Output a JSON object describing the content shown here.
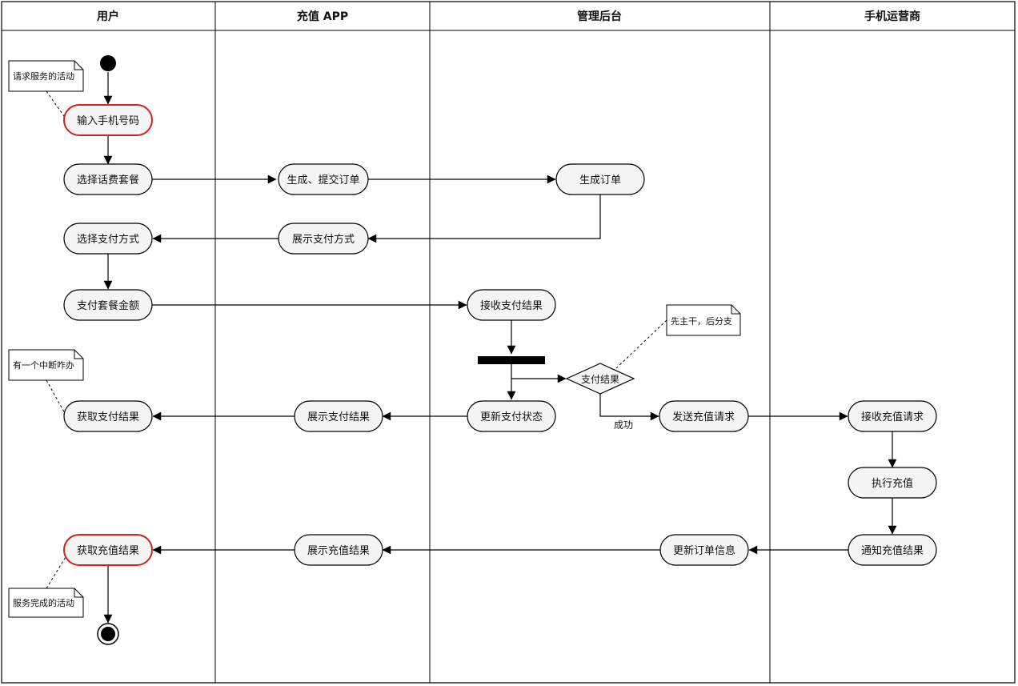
{
  "lanes": [
    {
      "id": "user",
      "title": "用户"
    },
    {
      "id": "app",
      "title": "充值 APP"
    },
    {
      "id": "admin",
      "title": "管理后台"
    },
    {
      "id": "carrier",
      "title": "手机运营商"
    }
  ],
  "nodes": {
    "input_phone": "输入手机号码",
    "select_plan": "选择话费套餐",
    "select_pay": "选择支付方式",
    "pay_amount": "支付套餐金额",
    "get_pay_result": "获取支付结果",
    "get_recharge_result": "获取充值结果",
    "gen_submit_order": "生成、提交订单",
    "show_pay_methods": "展示支付方式",
    "show_pay_result": "展示支付结果",
    "show_recharge_result": "展示充值结果",
    "gen_order": "生成订单",
    "receive_pay_result": "接收支付结果",
    "update_pay_status": "更新支付状态",
    "send_recharge_req": "发送充值请求",
    "update_order_info": "更新订单信息",
    "receive_recharge_req": "接收充值请求",
    "exec_recharge": "执行充值",
    "notify_recharge_result": "通知充值结果"
  },
  "decision": {
    "label": "支付结果",
    "branch_label": "成功"
  },
  "notes": {
    "request_activity": "请求服务的活动",
    "interrupt": "有一个中断咋办",
    "trunk_first": "先主干，后分支",
    "service_done": "服务完成的活动"
  },
  "colors": {
    "highlight": "#cc2222",
    "node_fill": "#f5f5f5",
    "line": "#000000"
  }
}
